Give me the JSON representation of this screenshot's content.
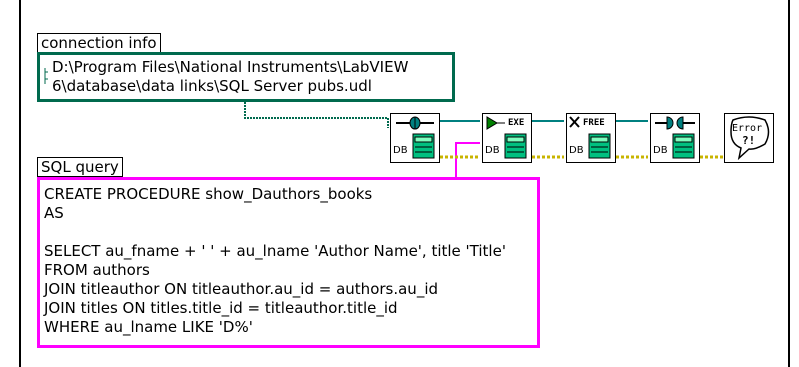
{
  "diagram": {
    "connection_label": "connection info",
    "connection_lines": [
      "D:\\Program Files\\National Instruments\\LabVIEW",
      "6\\database\\data links\\SQL Server pubs.udl"
    ],
    "sql_label": "SQL query",
    "sql_lines": [
      "CREATE PROCEDURE show_Dauthors_books",
      "AS",
      "",
      "SELECT au_fname + ' ' + au_lname 'Author Name', title 'Title'",
      "FROM authors",
      "JOIN titleauthor ON titleauthor.au_id = authors.au_id",
      "JOIN titles ON titles.title_id = titleauthor.title_id",
      "WHERE au_lname LIKE 'D%'"
    ],
    "nodes": [
      {
        "icon": "db-open-connection-icon",
        "db_label": "DB",
        "top_text": ""
      },
      {
        "icon": "db-execute-icon",
        "db_label": "DB",
        "top_text": "EXE"
      },
      {
        "icon": "db-free-icon",
        "db_label": "DB",
        "top_text": "FREE"
      },
      {
        "icon": "db-close-connection-icon",
        "db_label": "DB",
        "top_text": ""
      }
    ],
    "error_node": {
      "line1": "Error",
      "line2": "?!"
    }
  },
  "colors": {
    "path_wire": "#006a4e",
    "string_wire": "#ff00ff",
    "refnum_wire": "#7f6a00",
    "error_wire": "#c8b400",
    "db_icon": "#008080"
  }
}
